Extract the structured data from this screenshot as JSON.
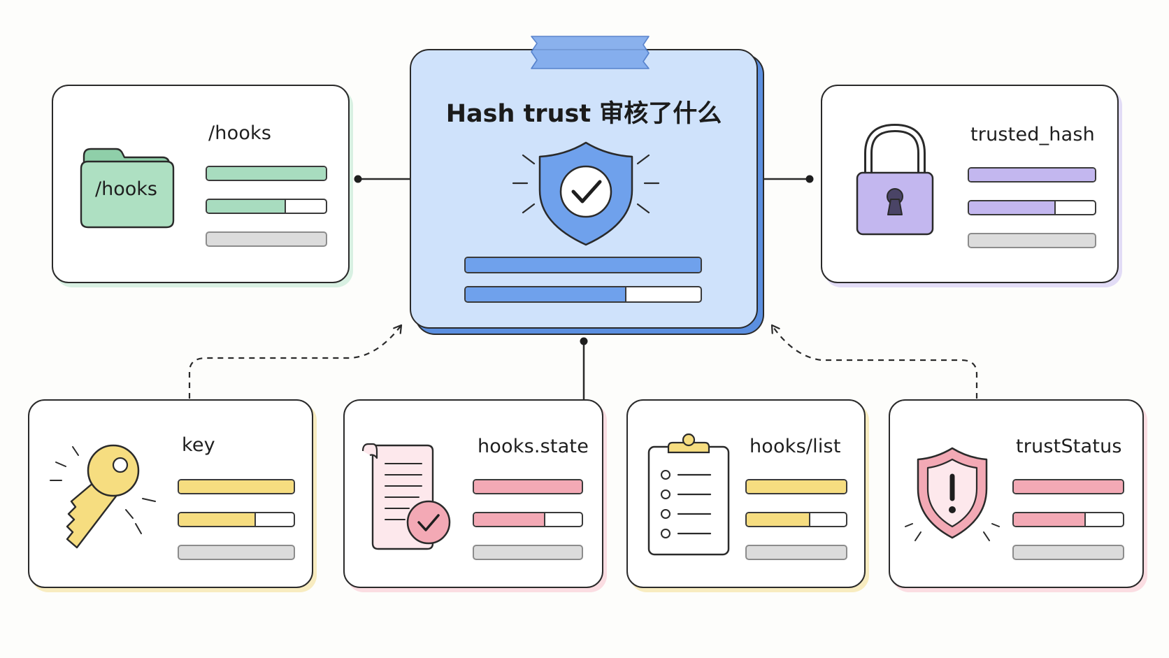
{
  "hub": {
    "title": "Hash trust 审核了什么",
    "icon": "shield-check-icon",
    "bars": [
      {
        "fill": 1.0,
        "color": "#6fa1ec"
      },
      {
        "fill": 0.68,
        "color": "#6fa1ec"
      }
    ],
    "accent": "#cfe2fb"
  },
  "cards": [
    {
      "id": "hooks",
      "label": "/hooks",
      "icon": "folder-icon",
      "icon_text": "/hooks",
      "accent": "#a8dcbf",
      "bars": [
        {
          "fill": 1.0
        },
        {
          "fill": 0.65
        },
        {
          "fill": 0
        }
      ]
    },
    {
      "id": "trusted-hash",
      "label": "trusted_hash",
      "icon": "padlock-icon",
      "accent": "#c3b7ef",
      "bars": [
        {
          "fill": 1.0
        },
        {
          "fill": 0.68
        },
        {
          "fill": 0
        }
      ]
    },
    {
      "id": "key",
      "label": "key",
      "icon": "key-icon",
      "accent": "#f6dd80",
      "bars": [
        {
          "fill": 1.0
        },
        {
          "fill": 0.66
        },
        {
          "fill": 0
        }
      ]
    },
    {
      "id": "hooks-state",
      "label": "hooks.state",
      "icon": "document-check-icon",
      "accent": "#f3a9b5",
      "bars": [
        {
          "fill": 1.0
        },
        {
          "fill": 0.65
        },
        {
          "fill": 0
        }
      ]
    },
    {
      "id": "hooks-list",
      "label": "hooks/list",
      "icon": "clipboard-list-icon",
      "accent": "#f6dd80",
      "bars": [
        {
          "fill": 1.0
        },
        {
          "fill": 0.63
        },
        {
          "fill": 0
        }
      ]
    },
    {
      "id": "trust-status",
      "label": "trustStatus",
      "icon": "shield-warning-icon",
      "accent": "#f3a9b5",
      "bars": [
        {
          "fill": 1.0
        },
        {
          "fill": 0.65
        },
        {
          "fill": 0
        }
      ]
    }
  ]
}
